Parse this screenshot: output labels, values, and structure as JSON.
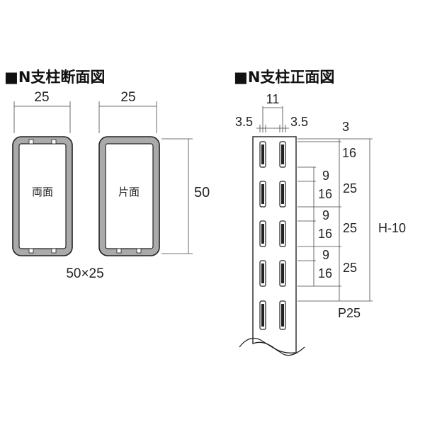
{
  "section_cross": {
    "title": "■N支柱断面図",
    "double_label": "両面",
    "single_label": "片面",
    "width_left": "25",
    "width_right": "25",
    "height": "50",
    "size_caption": "50×25"
  },
  "section_front": {
    "title": "■N支柱正面図",
    "gap_width": "11",
    "margin_left": "3.5",
    "margin_right": "3.5",
    "top_offset": "3",
    "first_slot": "16",
    "slot_gap_1": "9",
    "slot_len_1": "16",
    "pitch_1": "25",
    "slot_gap_2": "9",
    "slot_len_2": "16",
    "pitch_2": "25",
    "slot_gap_3": "9",
    "slot_len_3": "16",
    "pitch_3": "25",
    "total_height": "H-10",
    "pitch_caption": "P25"
  }
}
